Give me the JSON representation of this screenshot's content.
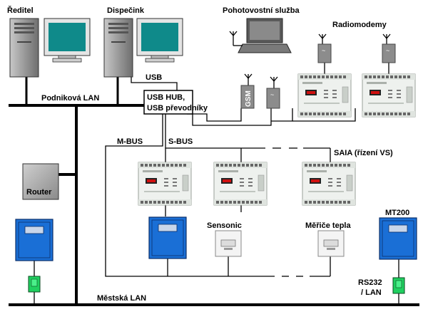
{
  "labels": {
    "director": "Ředitel",
    "dispatcher": "Dispečink",
    "standby": "Pohotovostní služba",
    "radiomodems": "Radiomodemy",
    "usb": "USB",
    "company_lan": "Podniková LAN",
    "hub_line1": "USB HUB,",
    "hub_line2": "USB převodníky",
    "gsm": "GSM",
    "mbus": "M-BUS",
    "sbus": "S-BUS",
    "saia": "SAIA (řízení VS)",
    "router": "Router",
    "sensonic": "Sensonic",
    "heat_meters": "Měřiče tepla",
    "mt200": "MT200",
    "rs232": "RS232",
    "lan": "/  LAN",
    "city_lan": "Městská LAN"
  },
  "icons": {
    "pc": "pc-tower-icon",
    "monitor": "crt-monitor-icon",
    "laptop": "laptop-icon",
    "antenna": "antenna-icon",
    "radiomodem": "radiomodem-icon",
    "plc": "saia-plc-icon",
    "meter": "heat-meter-icon",
    "router": "router-icon",
    "converter": "green-converter-icon"
  },
  "colors": {
    "cabinet_blue": "#1a6fd6",
    "monitor_screen": "#0f8a8a",
    "converter_green": "#20d060",
    "device_gray": "#8c8c8c",
    "plc_body": "#e9ede9",
    "display_red": "#d01010"
  }
}
